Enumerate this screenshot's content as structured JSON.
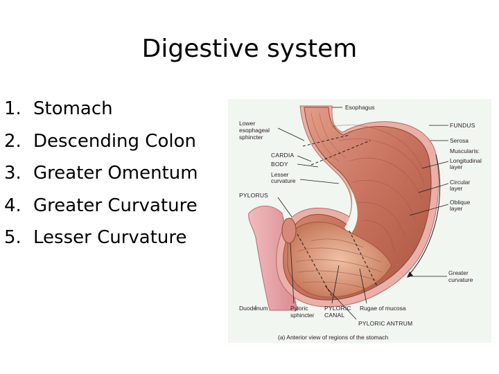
{
  "slide": {
    "title": "Digestive system",
    "items": [
      {
        "number": "1.",
        "label": "Stomach"
      },
      {
        "number": "2.",
        "label": "Descending Colon"
      },
      {
        "number": "3.",
        "label": "Greater Omentum"
      },
      {
        "number": "4.",
        "label": "Greater Curvature"
      },
      {
        "number": "5.",
        "label": "Lesser Curvature"
      }
    ]
  },
  "figure": {
    "labels": {
      "esophagus": "Esophagus",
      "lower_sphincter_1": "Lower",
      "lower_sphincter_2": "esophageal",
      "lower_sphincter_3": "sphincter",
      "fundus": "FUNDUS",
      "serosa": "Serosa",
      "muscularis": "Muscularis:",
      "longitudinal_1": "Longitudinal",
      "longitudinal_2": "layer",
      "circular_1": "Circular",
      "circular_2": "layer",
      "oblique_1": "Oblique",
      "oblique_2": "layer",
      "cardia": "CARDIA",
      "body": "BODY",
      "lesser_1": "Lesser",
      "lesser_2": "curvature",
      "pylorus": "PYLORUS",
      "greater_1": "Greater",
      "greater_2": "curvature",
      "duodenum": "Duodenum",
      "pyloric_sphincter_1": "Pyloric",
      "pyloric_sphincter_2": "sphincter",
      "pyloric_canal_1": "PYLORIC",
      "pyloric_canal_2": "CANAL",
      "rugae": "Rugae of mucosa",
      "pyloric_antrum": "PYLORIC ANTRUM",
      "caption": "(a) Anterior view of regions of the stomach"
    },
    "colors": {
      "muscle": "#c8735f",
      "muscle_light": "#e4a592",
      "serosa": "#eab0a8",
      "duodenum": "#e9a2a6",
      "mucosa": "#d98c6f",
      "background": "#f1f6f0"
    }
  }
}
